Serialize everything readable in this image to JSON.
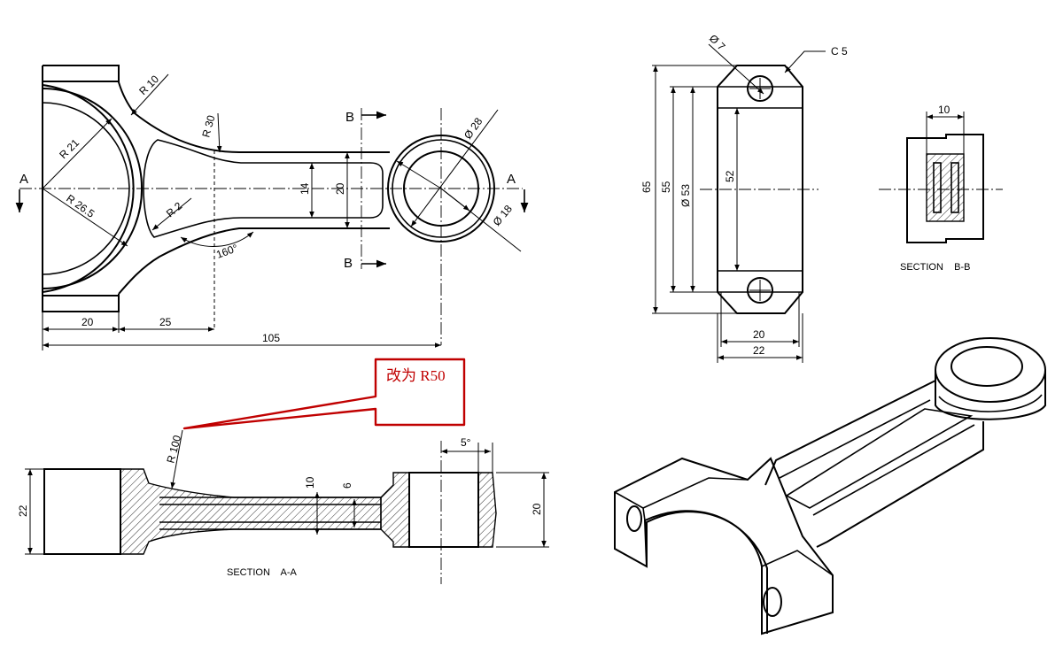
{
  "front_view": {
    "section_mark_left": "A",
    "section_mark_right": "A",
    "section_mark_top": "B",
    "section_mark_bottom": "B",
    "radius_10": "R 10",
    "radius_30": "R 30",
    "radius_21": "R 21",
    "radius_26_5": "R 26.5",
    "radius_2": "R 2",
    "angle_160": "160°",
    "dim_14": "14",
    "dim_20_vertical": "20",
    "dia_28": "Ø 28",
    "dia_18": "Ø 18",
    "dim_20": "20",
    "dim_25": "25",
    "dim_105": "105"
  },
  "side_view": {
    "dia_7": "Ø 7",
    "chamfer": "C 5",
    "dim_65": "65",
    "dim_55": "55",
    "dia_53": "Ø 53",
    "dim_52": "52",
    "dim_20": "20",
    "dim_22": "22"
  },
  "section_bb": {
    "dim_10": "10",
    "caption": "SECTION    B-B"
  },
  "section_aa": {
    "radius_100": "R 100",
    "dim_10": "10",
    "dim_6": "6",
    "angle_5": "5°",
    "dim_22": "22",
    "dim_20": "20",
    "caption": "SECTION    A-A"
  },
  "annotation": {
    "text": "改为 R50",
    "color": "#c00000"
  }
}
